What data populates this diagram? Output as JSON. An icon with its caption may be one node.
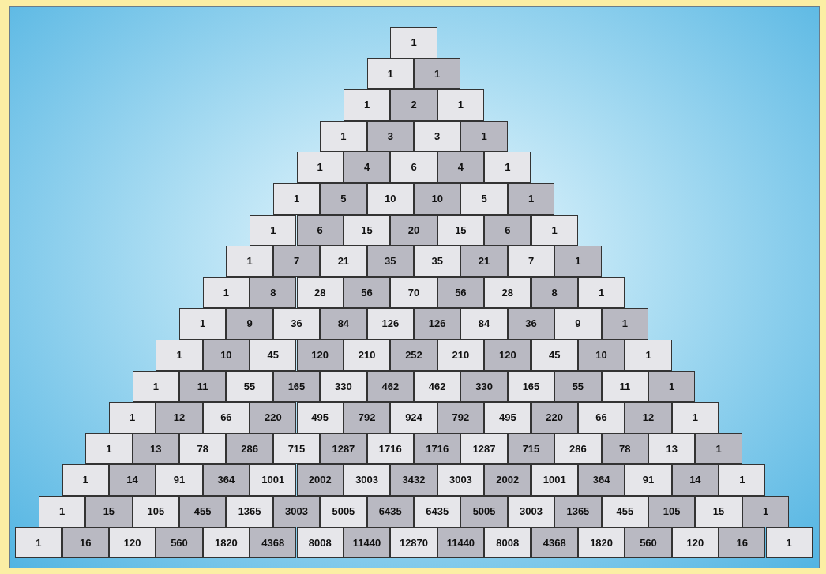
{
  "diagram": {
    "nodes": [
      {
        "text": [
          "1"
        ]
      },
      {
        "text": [
          "1"
        ]
      },
      {
        "text": [
          "1"
        ]
      },
      {
        "text": [
          "1"
        ]
      },
      {
        "text": [
          "2"
        ]
      },
      {
        "text": [
          "1"
        ]
      },
      {
        "text": [
          "1"
        ]
      },
      {
        "text": [
          "3"
        ]
      },
      {
        "text": [
          "3"
        ]
      },
      {
        "text": [
          "1"
        ]
      },
      {
        "text": [
          "1"
        ]
      },
      {
        "text": [
          "4"
        ]
      },
      {
        "text": [
          "6"
        ]
      },
      {
        "text": [
          "4"
        ]
      },
      {
        "text": [
          "1"
        ]
      },
      {
        "text": [
          "1"
        ]
      },
      {
        "text": [
          "5"
        ]
      },
      {
        "text": [
          "10"
        ]
      },
      {
        "text": [
          "10"
        ]
      },
      {
        "text": [
          "5"
        ]
      },
      {
        "text": [
          "1"
        ]
      },
      {
        "text": [
          "1"
        ]
      },
      {
        "text": [
          "6"
        ]
      },
      {
        "text": [
          "15"
        ]
      },
      {
        "text": [
          "20"
        ]
      },
      {
        "text": [
          "15"
        ]
      },
      {
        "text": [
          "6"
        ]
      },
      {
        "text": [
          "1"
        ]
      },
      {
        "text": [
          "1"
        ]
      },
      {
        "text": [
          "7"
        ]
      },
      {
        "text": [
          "21"
        ]
      },
      {
        "text": [
          "35"
        ]
      },
      {
        "text": [
          "35"
        ]
      },
      {
        "text": [
          "21"
        ]
      },
      {
        "text": [
          "7"
        ]
      },
      {
        "text": [
          "1"
        ]
      },
      {
        "text": [
          "1"
        ]
      },
      {
        "text": [
          "8"
        ]
      },
      {
        "text": [
          "28"
        ]
      },
      {
        "text": [
          "56"
        ]
      },
      {
        "text": [
          "70"
        ]
      },
      {
        "text": [
          "56"
        ]
      },
      {
        "text": [
          "28"
        ]
      },
      {
        "text": [
          "8"
        ]
      },
      {
        "text": [
          "1"
        ]
      },
      {
        "text": [
          "1"
        ]
      },
      {
        "text": [
          "9"
        ]
      },
      {
        "text": [
          "36"
        ]
      },
      {
        "text": [
          "84"
        ]
      },
      {
        "text": [
          "126"
        ]
      },
      {
        "text": [
          "126"
        ]
      },
      {
        "text": [
          "84"
        ]
      },
      {
        "text": [
          "36"
        ]
      },
      {
        "text": [
          "9"
        ]
      },
      {
        "text": [
          "1"
        ]
      },
      {
        "text": [
          "1"
        ]
      },
      {
        "text": [
          "10"
        ]
      },
      {
        "text": [
          "45"
        ]
      },
      {
        "text": [
          "120"
        ]
      },
      {
        "text": [
          "210"
        ]
      },
      {
        "text": [
          "252"
        ]
      },
      {
        "text": [
          "210"
        ]
      },
      {
        "text": [
          "120"
        ]
      },
      {
        "text": [
          "45"
        ]
      },
      {
        "text": [
          "10"
        ]
      },
      {
        "text": [
          "1"
        ]
      },
      {
        "text": [
          "1"
        ]
      },
      {
        "text": [
          "11"
        ]
      },
      {
        "text": [
          "55"
        ]
      },
      {
        "text": [
          "165"
        ]
      },
      {
        "text": [
          "330"
        ]
      },
      {
        "text": [
          "462"
        ]
      },
      {
        "text": [
          "462"
        ]
      },
      {
        "text": [
          "330"
        ]
      },
      {
        "text": [
          "165"
        ]
      },
      {
        "text": [
          "55"
        ]
      },
      {
        "text": [
          "11"
        ]
      },
      {
        "text": [
          "1"
        ]
      },
      {
        "text": [
          "1"
        ]
      },
      {
        "text": [
          "12"
        ]
      },
      {
        "text": [
          "66"
        ]
      },
      {
        "text": [
          "220"
        ]
      },
      {
        "text": [
          "495"
        ]
      },
      {
        "text": [
          "792"
        ]
      },
      {
        "text": [
          "924"
        ]
      },
      {
        "text": [
          "792"
        ]
      },
      {
        "text": [
          "495"
        ]
      },
      {
        "text": [
          "220"
        ]
      },
      {
        "text": [
          "66"
        ]
      },
      {
        "text": [
          "12"
        ]
      },
      {
        "text": [
          "1"
        ]
      },
      {
        "text": [
          "1"
        ]
      },
      {
        "text": [
          "13"
        ]
      },
      {
        "text": [
          "78"
        ]
      },
      {
        "text": [
          "286"
        ]
      },
      {
        "text": [
          "715"
        ]
      },
      {
        "text": [
          "1287"
        ]
      },
      {
        "text": [
          "1716"
        ]
      },
      {
        "text": [
          "1716"
        ]
      },
      {
        "text": [
          "1287"
        ]
      },
      {
        "text": [
          "715"
        ]
      },
      {
        "text": [
          "286"
        ]
      },
      {
        "text": [
          "78"
        ]
      },
      {
        "text": [
          "13"
        ]
      },
      {
        "text": [
          "1"
        ]
      },
      {
        "text": [
          "1"
        ]
      },
      {
        "text": [
          "14"
        ]
      },
      {
        "text": [
          "91"
        ]
      },
      {
        "text": [
          "364"
        ]
      },
      {
        "text": [
          "1001"
        ]
      },
      {
        "text": [
          "2002"
        ]
      },
      {
        "text": [
          "3003"
        ]
      },
      {
        "text": [
          "3432"
        ]
      },
      {
        "text": [
          "3003"
        ]
      },
      {
        "text": [
          "2002"
        ]
      },
      {
        "text": [
          "1001"
        ]
      },
      {
        "text": [
          "364"
        ]
      },
      {
        "text": [
          "91"
        ]
      },
      {
        "text": [
          "14"
        ]
      },
      {
        "text": [
          "1"
        ]
      },
      {
        "text": [
          "1"
        ]
      },
      {
        "text": [
          "15"
        ]
      },
      {
        "text": [
          "105"
        ]
      },
      {
        "text": [
          "455"
        ]
      },
      {
        "text": [
          "1365"
        ]
      },
      {
        "text": [
          "3003"
        ]
      },
      {
        "text": [
          "5005"
        ]
      },
      {
        "text": [
          "6435"
        ]
      },
      {
        "text": [
          "6435"
        ]
      },
      {
        "text": [
          "5005"
        ]
      },
      {
        "text": [
          "3003"
        ]
      },
      {
        "text": [
          "1365"
        ]
      },
      {
        "text": [
          "455"
        ]
      },
      {
        "text": [
          "105"
        ]
      },
      {
        "text": [
          "15"
        ]
      },
      {
        "text": [
          "1"
        ]
      },
      {
        "text": [
          "1"
        ]
      },
      {
        "text": [
          "16"
        ]
      },
      {
        "text": [
          "120"
        ]
      },
      {
        "text": [
          "560"
        ]
      },
      {
        "text": [
          "1820"
        ]
      },
      {
        "text": [
          "4368"
        ]
      },
      {
        "text": [
          "8008"
        ]
      },
      {
        "text": [
          "11440"
        ]
      },
      {
        "text": [
          "12870"
        ]
      },
      {
        "text": [
          "11440"
        ]
      },
      {
        "text": [
          "8008"
        ]
      },
      {
        "text": [
          "4368"
        ]
      },
      {
        "text": [
          "1820"
        ]
      },
      {
        "text": [
          "560"
        ]
      },
      {
        "text": [
          "120"
        ]
      },
      {
        "text": [
          "16"
        ]
      },
      {
        "text": [
          "1"
        ]
      }
    ]
  }
}
